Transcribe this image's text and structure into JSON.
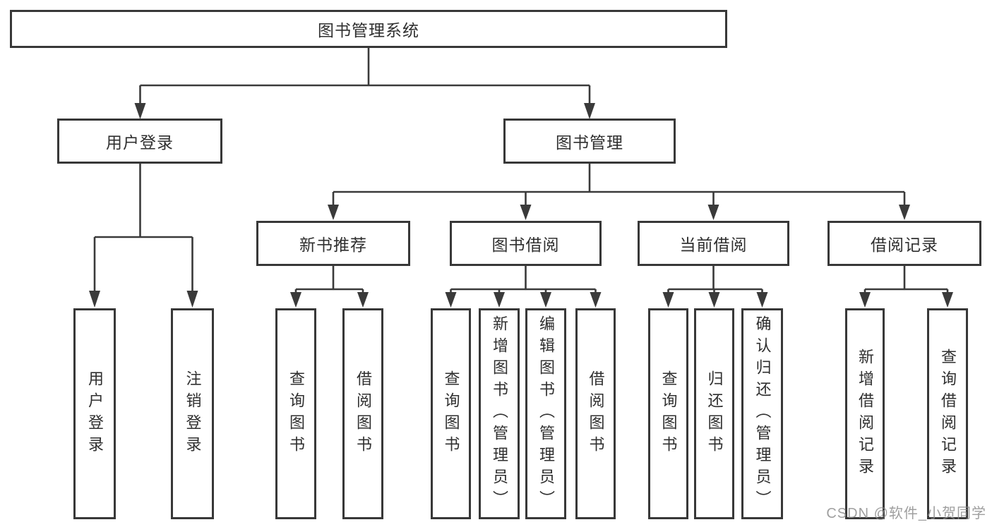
{
  "tree": {
    "label": "图书管理系统",
    "children": [
      {
        "label": "用户登录",
        "children": [
          {
            "label": "用户登录"
          },
          {
            "label": "注销登录"
          }
        ]
      },
      {
        "label": "图书管理",
        "children": [
          {
            "label": "新书推荐",
            "children": [
              {
                "label": "查询图书"
              },
              {
                "label": "借阅图书"
              }
            ]
          },
          {
            "label": "图书借阅",
            "children": [
              {
                "label": "查询图书"
              },
              {
                "label": "新增图书（管理员）"
              },
              {
                "label": "编辑图书（管理员）"
              },
              {
                "label": "借阅图书"
              }
            ]
          },
          {
            "label": "当前借阅",
            "children": [
              {
                "label": "查询图书"
              },
              {
                "label": "归还图书"
              },
              {
                "label": "确认归还（管理员）"
              }
            ]
          },
          {
            "label": "借阅记录",
            "children": [
              {
                "label": "新增借阅记录"
              },
              {
                "label": "查询借阅记录"
              }
            ]
          }
        ]
      }
    ]
  },
  "watermark": "CSDN @软件_小贺同学",
  "colors": {
    "line": "#3a3a3a",
    "box_border": "#383838",
    "text": "#2f2f2f",
    "watermark": "#8a8a8a",
    "background": "#ffffff"
  }
}
